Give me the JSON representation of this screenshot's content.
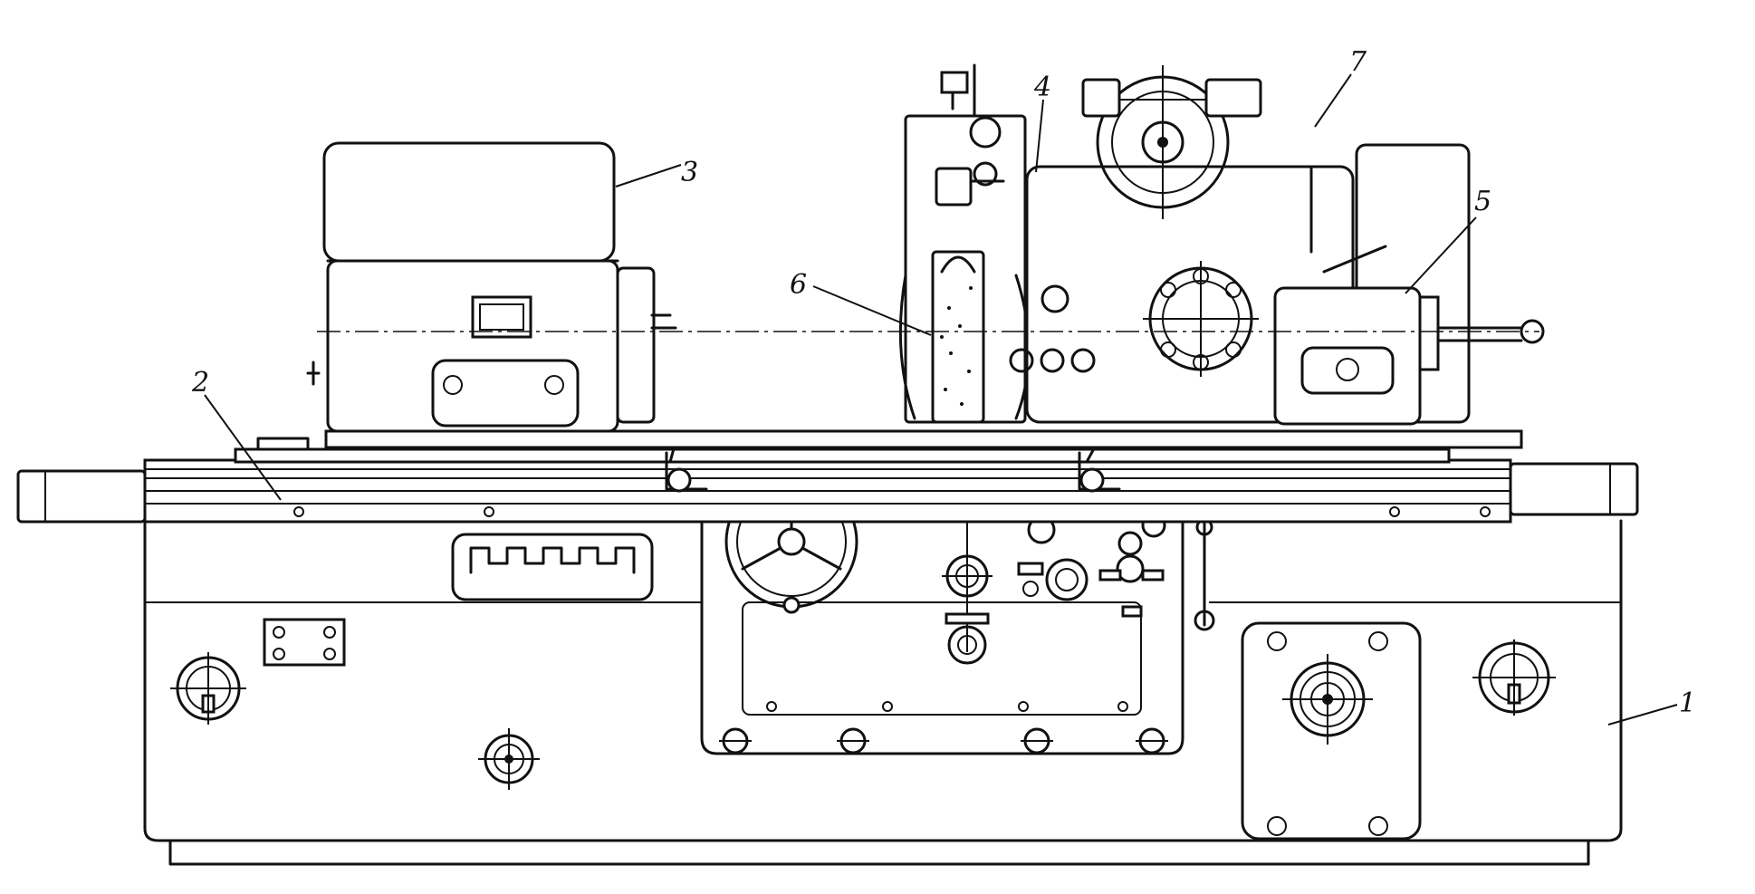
{
  "labels": [
    {
      "id": "bed",
      "text": "1"
    },
    {
      "id": "table",
      "text": "2"
    },
    {
      "id": "headstock",
      "text": "3"
    },
    {
      "id": "wheelhead",
      "text": "4"
    },
    {
      "id": "tailstock",
      "text": "5"
    },
    {
      "id": "grinding-wheel",
      "text": "6"
    },
    {
      "id": "motor",
      "text": "7"
    }
  ]
}
